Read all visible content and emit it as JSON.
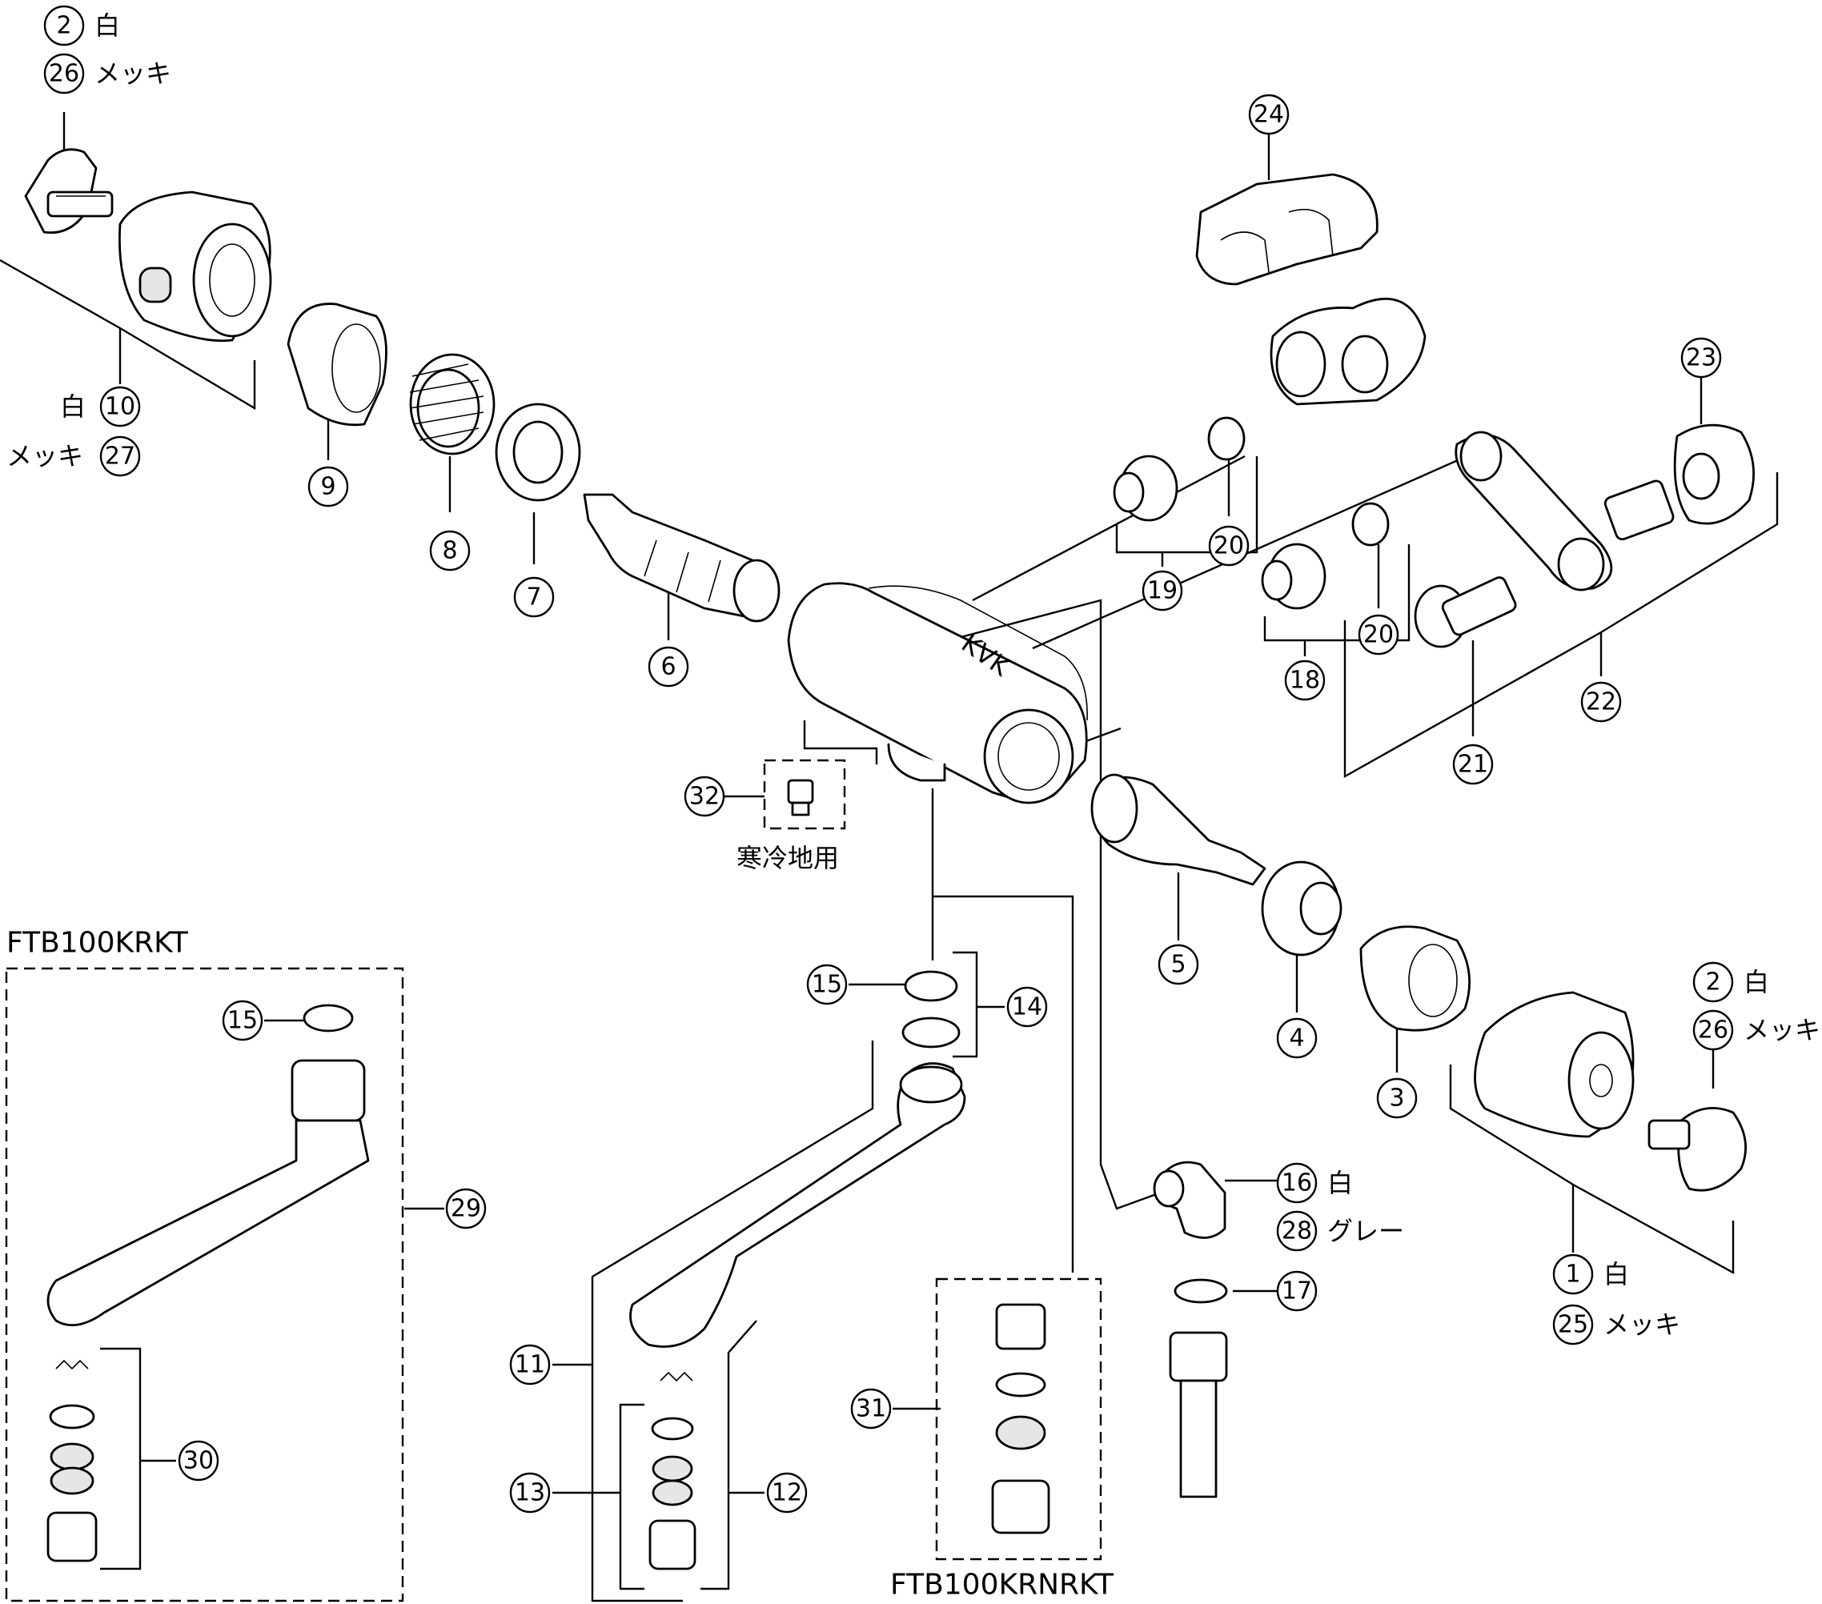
{
  "models": {
    "spout_kit": "FTB100KRKT",
    "nozzle_kit": "FTB100KRNRKT"
  },
  "cold_region_label": "寒冷地用",
  "brand_mark": "KVK",
  "callouts": {
    "c1": "1",
    "c2a": "2",
    "c2b": "2",
    "c3": "3",
    "c4": "4",
    "c5": "5",
    "c6": "6",
    "c7": "7",
    "c8": "8",
    "c9": "9",
    "c10": "10",
    "c11": "11",
    "c12": "12",
    "c13": "13",
    "c14": "14",
    "c15a": "15",
    "c15b": "15",
    "c16": "16",
    "c17": "17",
    "c18": "18",
    "c19": "19",
    "c20a": "20",
    "c20b": "20",
    "c21": "21",
    "c22": "22",
    "c23": "23",
    "c24": "24",
    "c25": "25",
    "c26a": "26",
    "c26b": "26",
    "c27": "27",
    "c28": "28",
    "c29": "29",
    "c30": "30",
    "c31": "31",
    "c32": "32"
  },
  "finish_labels": {
    "c2a": "白",
    "c26a": "メッキ",
    "c10": "白",
    "c27": "メッキ",
    "c2b": "白",
    "c26b": "メッキ",
    "c16": "白",
    "c28": "グレー",
    "c1": "白",
    "c25": "メッキ"
  }
}
